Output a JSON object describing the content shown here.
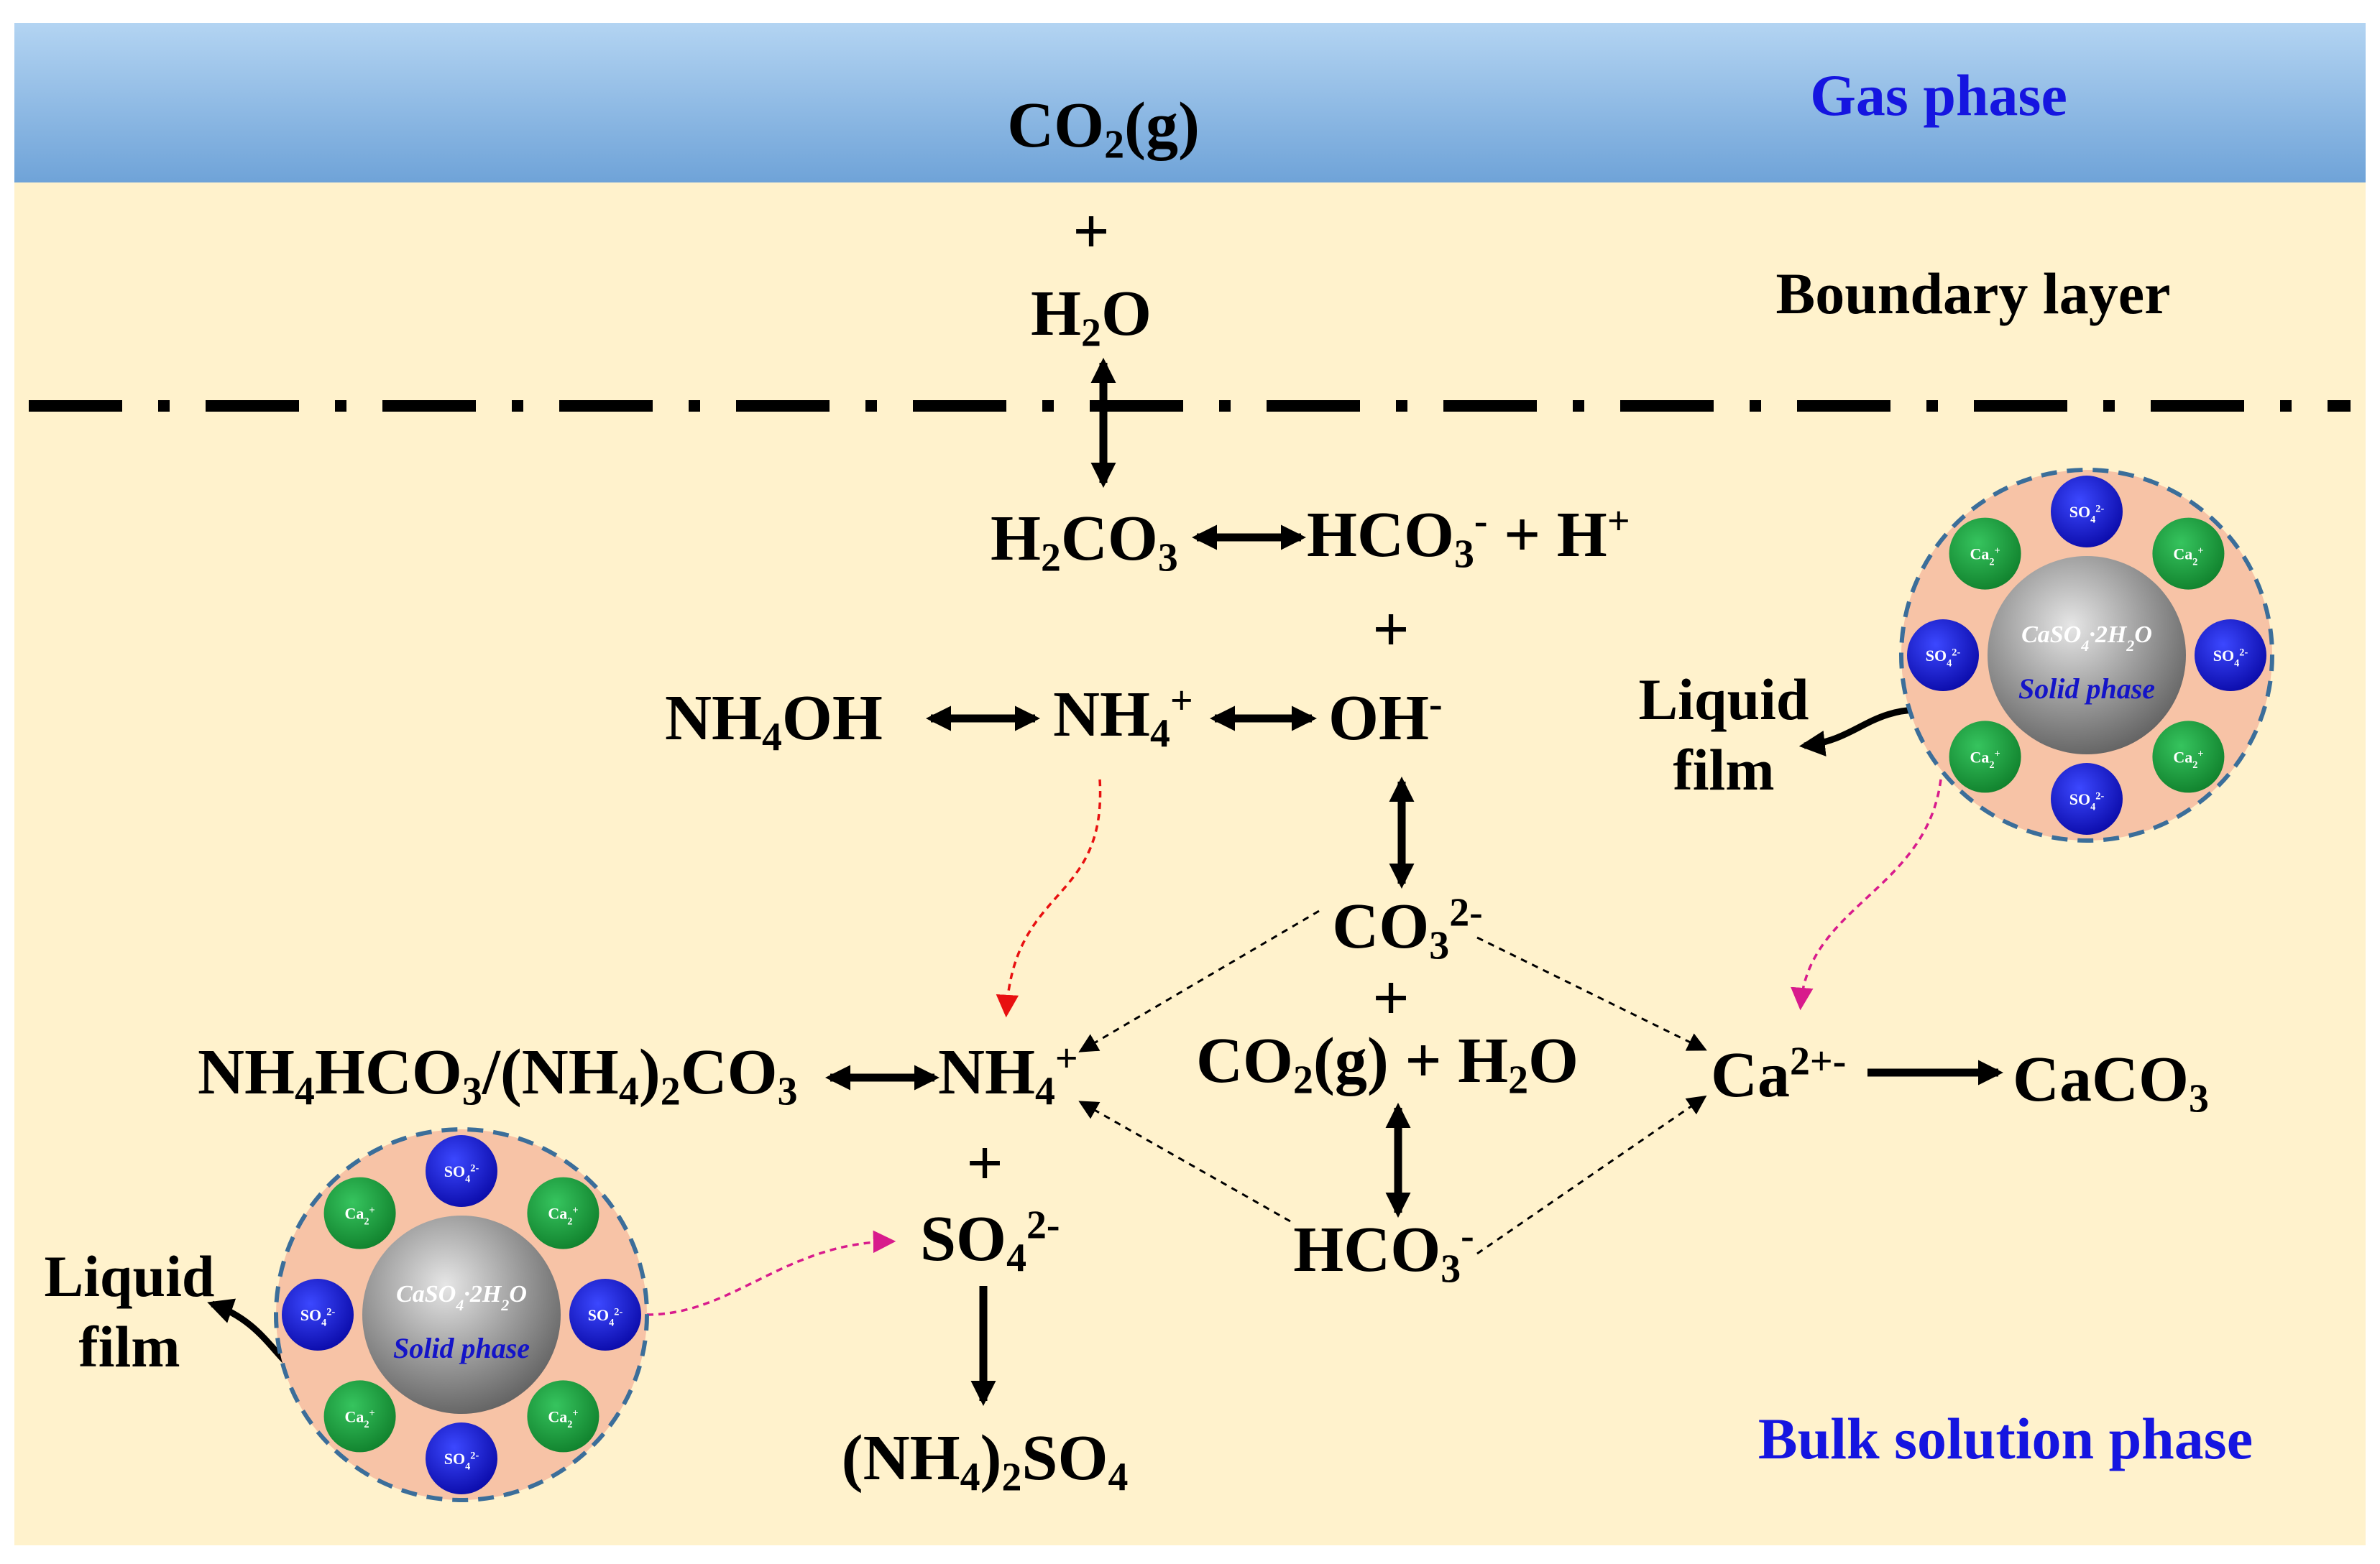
{
  "phases": {
    "gas": "Gas phase",
    "boundary": "Boundary layer",
    "bulk": "Bulk solution phase"
  },
  "species": {
    "co2g": "CO2(g)",
    "plus_top": "+",
    "h2o_top": "H2O",
    "h2co3": "H2CO3",
    "hco3_h": "HCO3- + H+",
    "plus_mid": "+",
    "nh4oh": "NH4OH",
    "nh4_top": "NH4+",
    "oh": "OH-",
    "co3": "CO32-",
    "plus_co3": "+",
    "co2g_h2o": "CO2(g) + H2O",
    "hco3_bottom": "HCO3-",
    "nh4hco3": "NH4HCO3/(NH4)2CO3",
    "nh4_mid": "NH4+",
    "plus_so4": "+",
    "so4": "SO42-",
    "nh4so4": "(NH4)2SO4",
    "ca": "Ca2+-",
    "caco3": "CaCO3"
  },
  "particles": [
    {
      "core_formula": "CaSO4·2H2O",
      "core_label": "Solid phase",
      "film_label_line1": "Liquid",
      "film_label_line2": "film",
      "ion_labels": [
        "SO42-",
        "Ca2+",
        "Ca2+",
        "SO42-",
        "SO42-",
        "Ca2+",
        "Ca2+",
        "SO42-"
      ]
    },
    {
      "core_formula": "CaSO4·2H2O",
      "core_label": "Solid phase",
      "film_label_line1": "Liquid",
      "film_label_line2": "film",
      "ion_labels": [
        "SO42-",
        "Ca2+",
        "Ca2+",
        "SO42-",
        "SO42-",
        "Ca2+",
        "Ca2+",
        "SO42-"
      ]
    }
  ],
  "colors": {
    "gas_band_top": "#a9cdee",
    "gas_band_bottom": "#6ea3d8",
    "background": "#fff2cc",
    "film": "#f7c3a6",
    "film_border": "#3b6e9a",
    "so4_ion": "#1414c8",
    "ca_ion": "#1a9a3c",
    "core": "#8a8a8a",
    "red_arrow": "#e81010",
    "magenta_arrow": "#d81b8c",
    "phase_label": "#1515e0"
  }
}
